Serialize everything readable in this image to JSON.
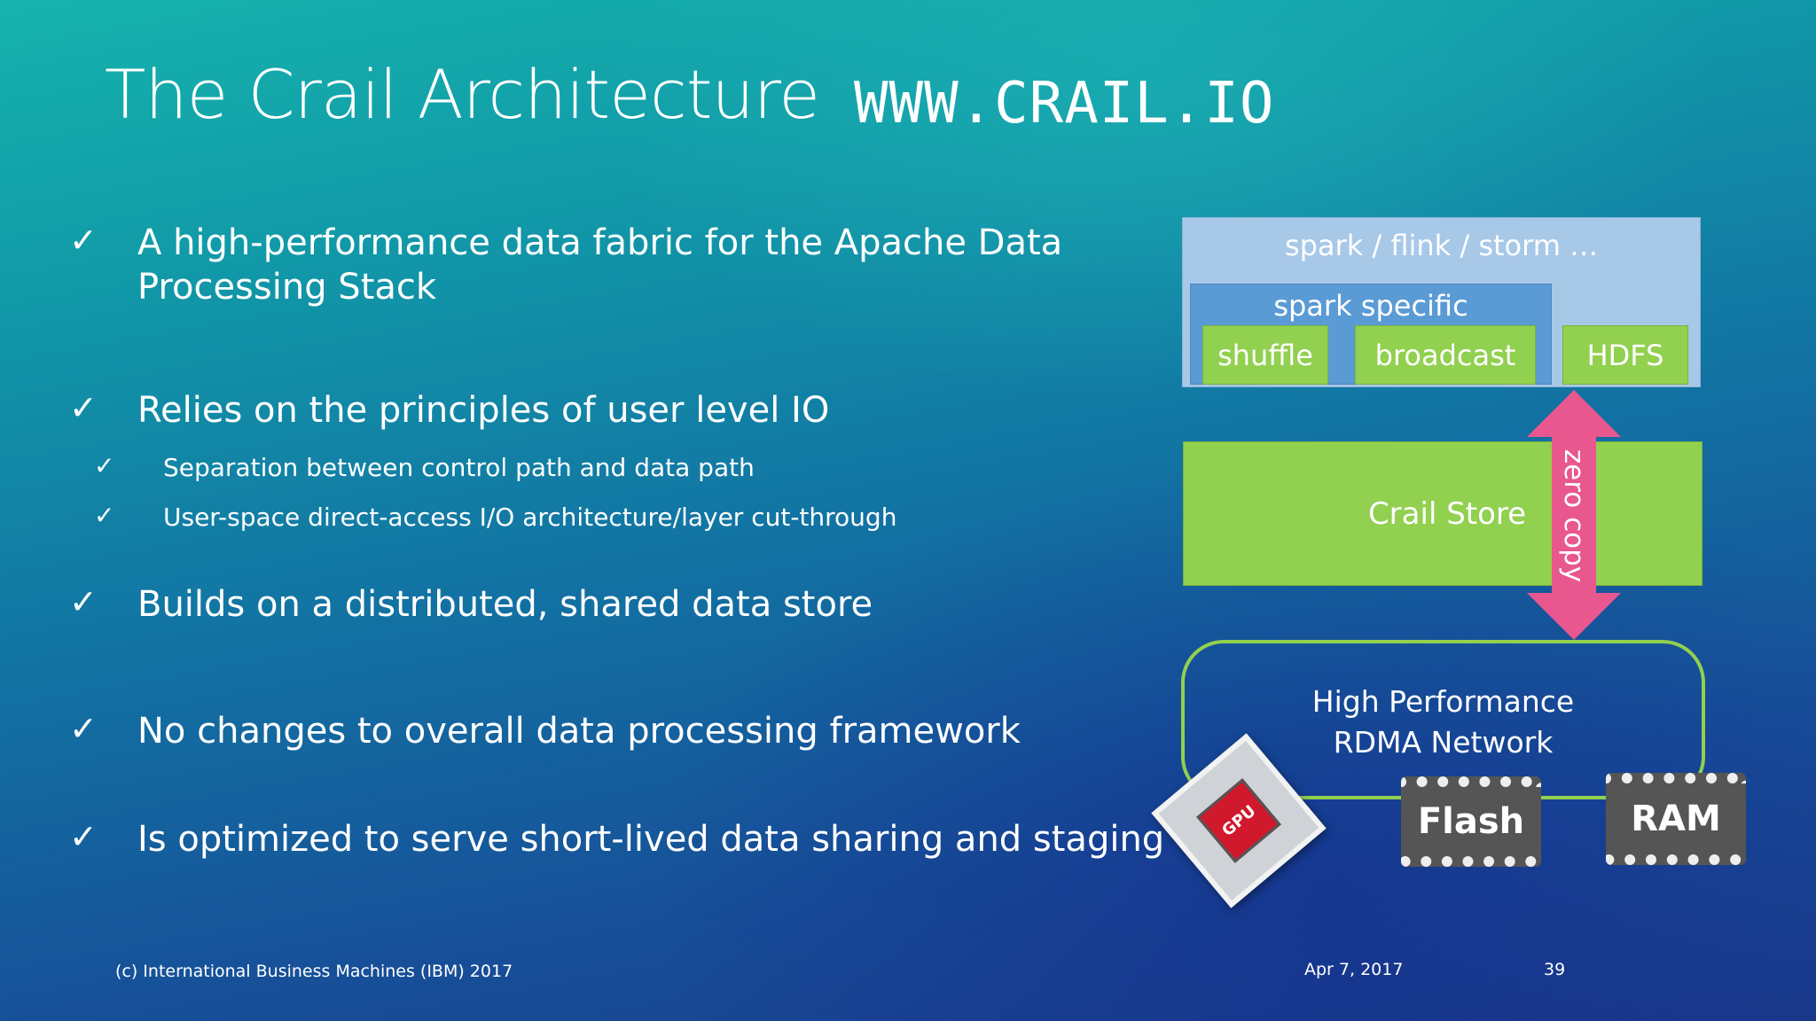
{
  "slide": {
    "title": "The Crail Architecture",
    "url": "WWW.CRAIL.IO"
  },
  "bullets": [
    {
      "check": "✓",
      "line1": "A high-performance data fabric for the Apache Data",
      "line2": "Processing Stack"
    },
    {
      "check": "✓",
      "text": "Relies on the principles of user level IO"
    },
    {
      "check": "✓",
      "text": "Builds on a distributed, shared data store"
    },
    {
      "check": "✓",
      "text": "No changes to overall data processing framework"
    },
    {
      "check": "✓",
      "text": "Is optimized to serve short-lived data sharing and staging"
    }
  ],
  "sub_bullets": [
    {
      "check": "✓",
      "text": "Separation between control path and data path"
    },
    {
      "check": "✓",
      "text": "User-space direct-access I/O architecture/layer cut-through"
    }
  ],
  "diagram": {
    "frameworks": "spark  / flink / storm …",
    "spark_specific": "spark specific",
    "shuffle": "shuffle",
    "broadcast": "broadcast",
    "hdfs": "HDFS",
    "crail_store": "Crail Store",
    "zero_copy": "zero copy",
    "network_line1": "High Performance",
    "network_line2": "RDMA Network",
    "gpu": "GPU",
    "flash": "Flash",
    "ram": "RAM",
    "colors": {
      "green": "#92d050",
      "light_blue": "#a8c8e8",
      "mid_blue": "#5b9bd5",
      "pink": "#e8578e"
    }
  },
  "footer": {
    "copyright": "(c) International Business Machines (IBM) 2017",
    "date": "Apr 7, 2017",
    "page": "39"
  }
}
